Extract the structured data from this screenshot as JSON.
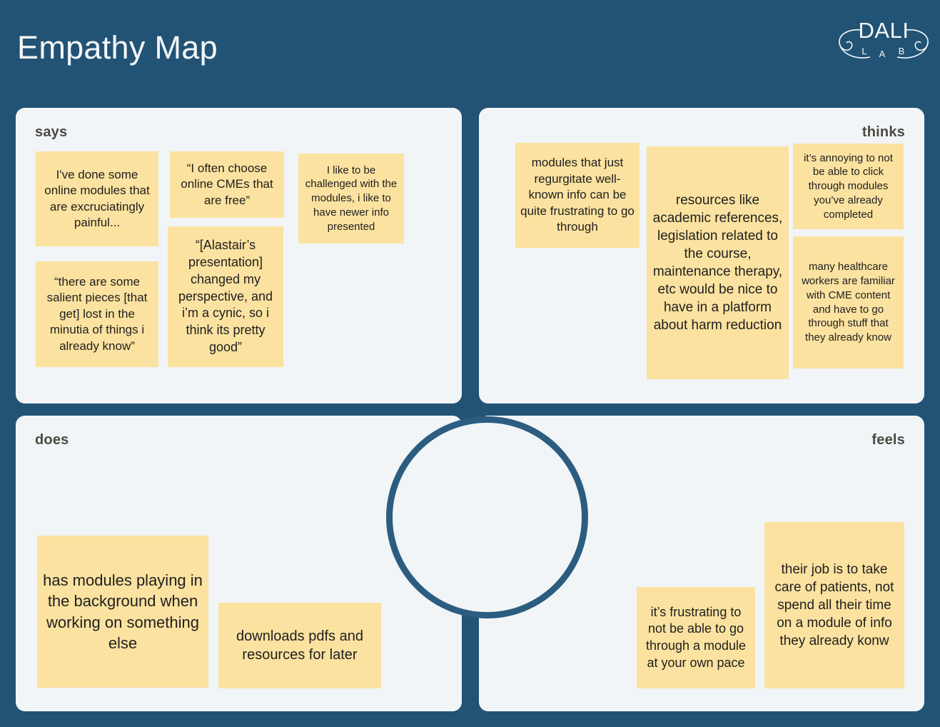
{
  "header": {
    "title": "Empathy Map",
    "logo": {
      "primary_text": "DALI",
      "secondary_text": "LAB",
      "letters": [
        "L",
        "A",
        "B"
      ]
    }
  },
  "colors": {
    "background": "#225375",
    "panel": "#f1f5f7",
    "note": "#fbe2a0",
    "note_text": "#1f1f1f",
    "title_text": "#f4f7f8",
    "label_text": "#4a4a42",
    "circle_stroke": "#2c5d80"
  },
  "quadrants": [
    {
      "id": "says",
      "label": "says",
      "label_align": "left",
      "notes": [
        {
          "id": "says-1",
          "text": "I've done some online modules that are excruciatingly painful..."
        },
        {
          "id": "says-2",
          "text": "“there are some salient pieces [that get] lost in the minutia of things i already know”"
        },
        {
          "id": "says-3",
          "text": "“I often choose online CMEs that are free”"
        },
        {
          "id": "says-4",
          "text": "“[Alastair’s presentation] changed my perspective, and i’m a cynic, so i think its pretty good”"
        },
        {
          "id": "says-5",
          "text": "I like to be challenged with the modules, i like to have newer info presented"
        }
      ]
    },
    {
      "id": "thinks",
      "label": "thinks",
      "label_align": "right",
      "notes": [
        {
          "id": "thinks-1",
          "text": "modules that just regurgitate well-known info can be quite frustrating to go through"
        },
        {
          "id": "thinks-2",
          "text": "resources like academic references, legislation related to the course, maintenance therapy, etc would be nice to have in a platform about harm reduction"
        },
        {
          "id": "thinks-3",
          "text": "it’s annoying to not be able to click through modules you’ve already completed"
        },
        {
          "id": "thinks-4",
          "text": "many healthcare workers are familiar with CME content and have to go through stuff that they already know"
        }
      ]
    },
    {
      "id": "does",
      "label": "does",
      "label_align": "left",
      "notes": [
        {
          "id": "does-1",
          "text": "has modules playing in the background when working on something else"
        },
        {
          "id": "does-2",
          "text": "downloads pdfs and resources for later"
        }
      ]
    },
    {
      "id": "feels",
      "label": "feels",
      "label_align": "right",
      "notes": [
        {
          "id": "feels-1",
          "text": "it’s frustrating to not be able to go through a module at your own pace"
        },
        {
          "id": "feels-2",
          "text": "their job is to take care of patients, not spend all their time on a module of info they already konw"
        }
      ]
    }
  ]
}
